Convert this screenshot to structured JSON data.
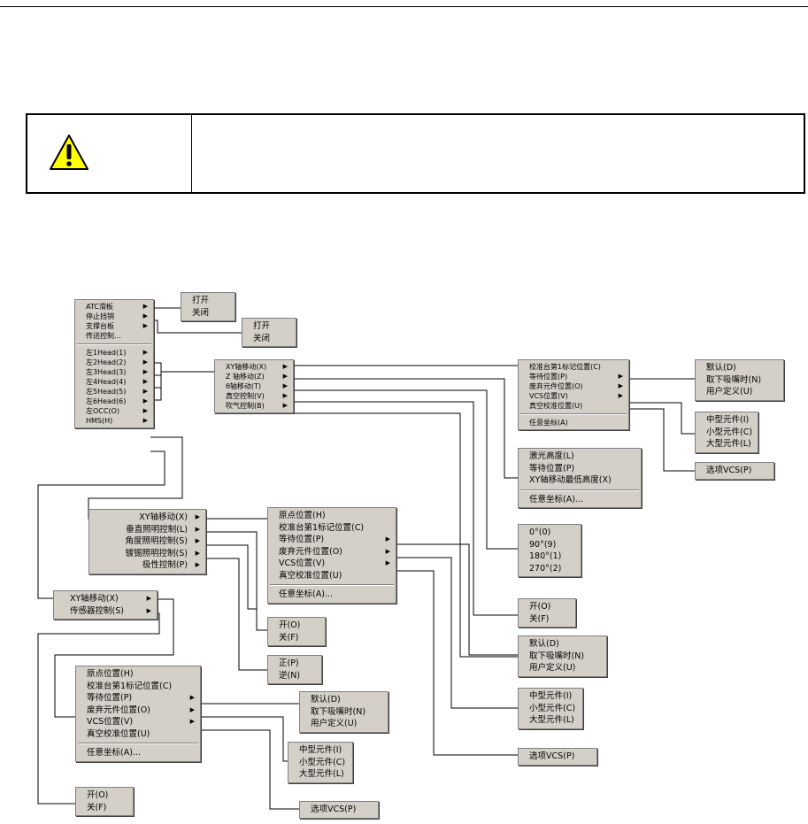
{
  "warning": {
    "icon": "warning-triangle-icon",
    "text": ""
  },
  "menus": {
    "atc": [
      "ATC滑板",
      "停止挡销",
      "支撑台板",
      "传送控制..."
    ],
    "heads": [
      "左1Head(1)",
      "左2Head(2)",
      "左3Head(3)",
      "左4Head(4)",
      "左5Head(5)",
      "左6Head(6)",
      "左OCC(O)",
      "HMS(H)"
    ],
    "open_close": [
      "打开",
      "关闭"
    ],
    "head_sub": [
      "XY轴移动(X)",
      "Z 轴移动(Z)",
      "θ轴移动(T)",
      "真空控制(V)",
      "吹气控制(B)"
    ],
    "xy_pos": [
      "校准台第1标记位置(C)",
      "等待位置(P)",
      "废弃元件位置(O)",
      "VCS位置(V)",
      "真空校准位置(U)"
    ],
    "any_coord": "任意坐标(A)",
    "any_coord_dots": "任意坐标(A)...",
    "nozzle": [
      "默认(D)",
      "取下吸嘴时(N)",
      "用户定义(U)"
    ],
    "size": [
      "中型元件(I)",
      "小型元件(C)",
      "大型元件(L)"
    ],
    "option_vcs": "选项VCS(P)",
    "z_items": [
      "激光高度(L)",
      "等待位置(P)",
      "XY轴移动最低高度(X)"
    ],
    "theta": [
      "0°(0)",
      "90°(9)",
      "180°(1)",
      "270°(2)"
    ],
    "on_off": [
      "开(O)",
      "关(F)"
    ],
    "occ_sub": [
      "XY轴移动(X)",
      "垂直照明控制(L)",
      "角度照明控制(S)",
      "镀锡照明控制(S)",
      "极性控制(P)"
    ],
    "pos_full": [
      "原点位置(H)",
      "校准台第1标记位置(C)",
      "等待位置(P)",
      "废弃元件位置(O)",
      "VCS位置(V)",
      "真空校准位置(U)"
    ],
    "polarity": [
      "正(P)",
      "逆(N)"
    ],
    "hms_sub": [
      "XY轴移动(X)",
      "传感器控制(S)"
    ]
  }
}
